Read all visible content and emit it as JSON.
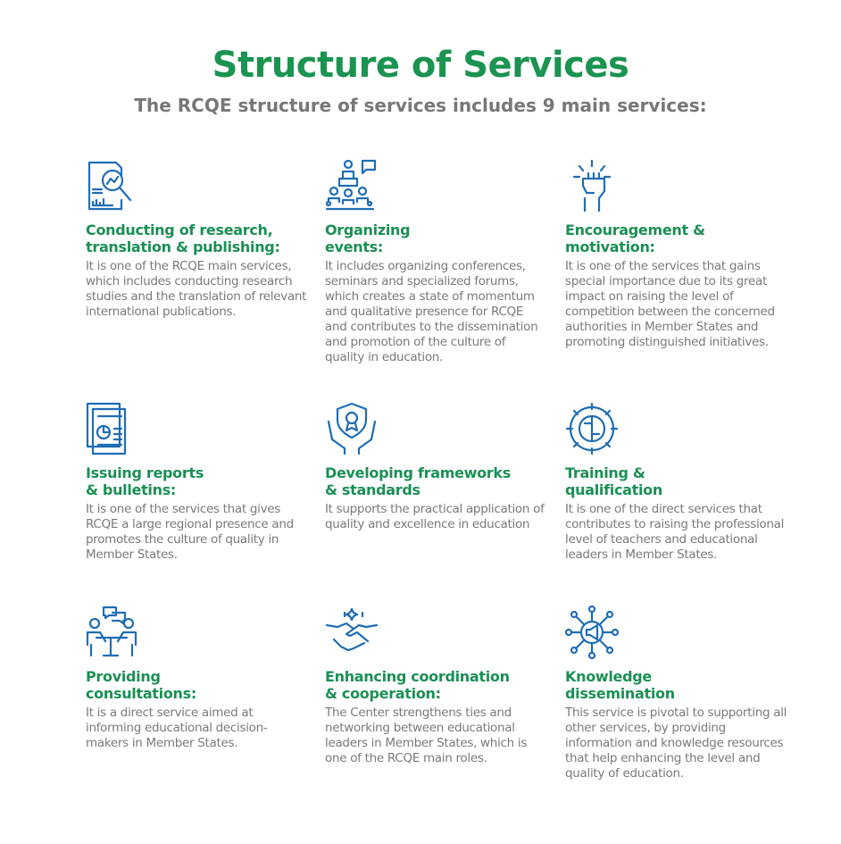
{
  "title": "Structure of Services",
  "subtitle": "The RCQE structure of services includes 9 main services:",
  "services": [
    {
      "icon": "research-magnifier-icon",
      "title": "Conducting of research,\ntranslation & publishing:",
      "body": "It is one of the RCQE main services, which includes conducting research studies and the translation of relevant international publications."
    },
    {
      "icon": "events-presenter-icon",
      "title": "Organizing\nevents:",
      "body": "It includes organizing conferences, seminars and specialized forums, which creates a state of momentum and qualitative presence for RCQE and contributes to the dissemination and promotion of the culture of quality in education."
    },
    {
      "icon": "raised-fist-icon",
      "title": "Encouragement &\nmotivation:",
      "body": "It is one of the services that gains special importance due to its great impact on raising the level of competition between the concerned authorities in Member States and promoting distinguished initiatives."
    },
    {
      "icon": "reports-documents-icon",
      "title": "Issuing reports\n& bulletins:",
      "body": "It is one of the services that gives RCQE a large regional presence and promotes the culture of quality in Member States."
    },
    {
      "icon": "hands-badge-icon",
      "title": "Developing frameworks\n& standards",
      "body": "It supports the practical application of quality and excellence in education"
    },
    {
      "icon": "brain-gear-icon",
      "title": "Training &\nqualification",
      "body": "It is one of the direct services that contributes to raising the professional level of teachers and educational leaders in Member States."
    },
    {
      "icon": "consultation-people-icon",
      "title": "Providing\nconsultations:",
      "body": "It is a direct service aimed at informing educational decision-makers in Member States."
    },
    {
      "icon": "handshake-icon",
      "title": "Enhancing coordination\n& cooperation:",
      "body": "The Center strengthens ties and networking between educational leaders in Member States, which is one of the RCQE main roles."
    },
    {
      "icon": "megaphone-network-icon",
      "title": "Knowledge\ndissemination",
      "body": "This service is pivotal to supporting all other services, by providing information and knowledge resources that help enhancing the level and quality of education."
    }
  ]
}
